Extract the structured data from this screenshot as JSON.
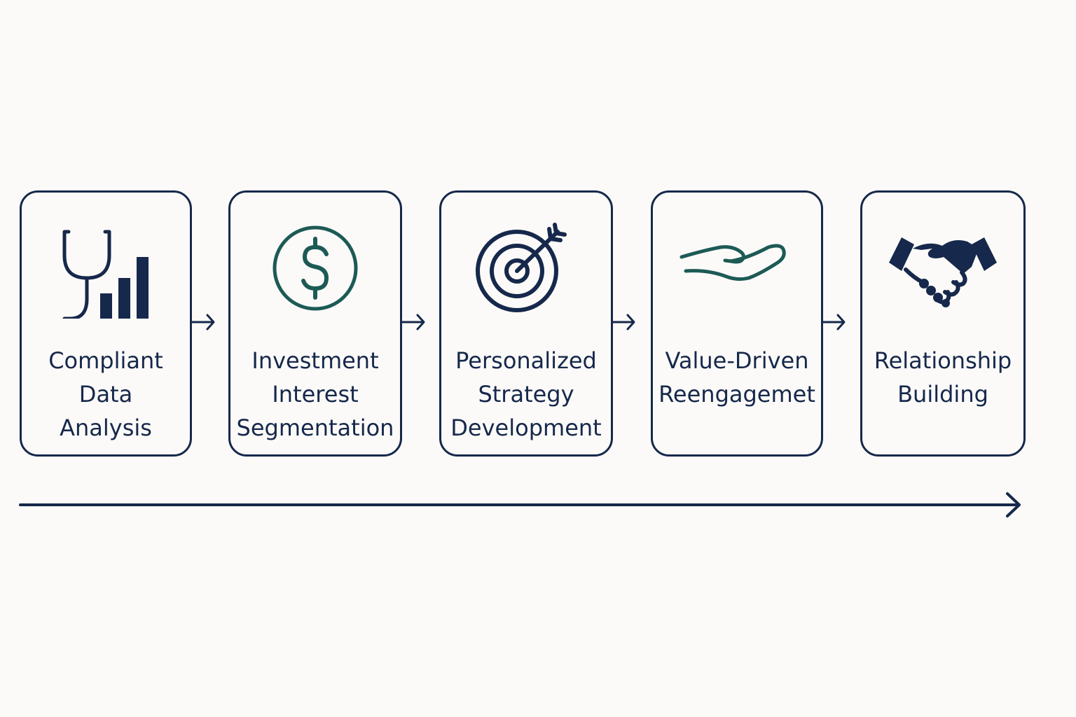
{
  "colors": {
    "navy": "#16284b",
    "green": "#1d5a55",
    "background": "#fbfaf8"
  },
  "steps": [
    {
      "label": "Compliant\nData\nAnalysis",
      "icon": "stethoscope-bar-chart-icon"
    },
    {
      "label": "Investment\nInterest\nSegmentation",
      "icon": "dollar-coin-icon"
    },
    {
      "label": "Personalized\nStrategy\nDevelopment",
      "icon": "target-arrow-icon"
    },
    {
      "label": "Value-Driven\nReengagemet",
      "icon": "open-hand-icon"
    },
    {
      "label": "Relationship\nBuilding",
      "icon": "handshake-icon"
    }
  ]
}
